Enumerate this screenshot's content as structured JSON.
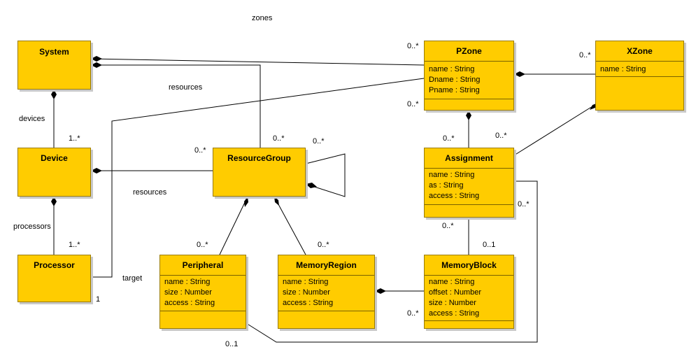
{
  "classes": {
    "system": {
      "name": "System",
      "attrs": []
    },
    "device": {
      "name": "Device",
      "attrs": []
    },
    "processor": {
      "name": "Processor",
      "attrs": []
    },
    "pzone": {
      "name": "PZone",
      "attrs": [
        "name : String",
        "Dname : String",
        "Pname : String"
      ]
    },
    "xzone": {
      "name": "XZone",
      "attrs": [
        "name : String"
      ]
    },
    "assignment": {
      "name": "Assignment",
      "attrs": [
        "name : String",
        "as : String",
        "access : String"
      ]
    },
    "resourcegroup": {
      "name": "ResourceGroup",
      "attrs": []
    },
    "peripheral": {
      "name": "Peripheral",
      "attrs": [
        "name : String",
        "size : Number",
        "access : String"
      ]
    },
    "memoryregion": {
      "name": "MemoryRegion",
      "attrs": [
        "name : String",
        "size : Number",
        "access : String"
      ]
    },
    "memoryblock": {
      "name": "MemoryBlock",
      "attrs": [
        "name : String",
        "offset : Number",
        "size : Number",
        "access : String"
      ]
    }
  },
  "labels": {
    "zones": "zones",
    "pzone_mult_top": "0..*",
    "pzone_mult_bottom": "0..*",
    "xzone_mult": "0..*",
    "resources_1": "resources",
    "resources_2": "resources",
    "devices": "devices",
    "device_mult": "1..*",
    "processors": "processors",
    "processor_mult": "1..*",
    "rg_mult_left": "0..*",
    "rg_mult_top": "0..*",
    "rg_mult_self": "0..*",
    "assign_mult_left": "0..*",
    "assign_mult_right": "0..*",
    "assign_mult_bottom": "0..*",
    "assign_mult_side": "0..*",
    "mb_mult": "0..1",
    "mb_mult_left": "0..*",
    "peripheral_mult": "0..*",
    "memoryregion_mult": "0..*",
    "target": "target",
    "target_mult": "1",
    "peripheral_assign_mult": "0..1"
  }
}
